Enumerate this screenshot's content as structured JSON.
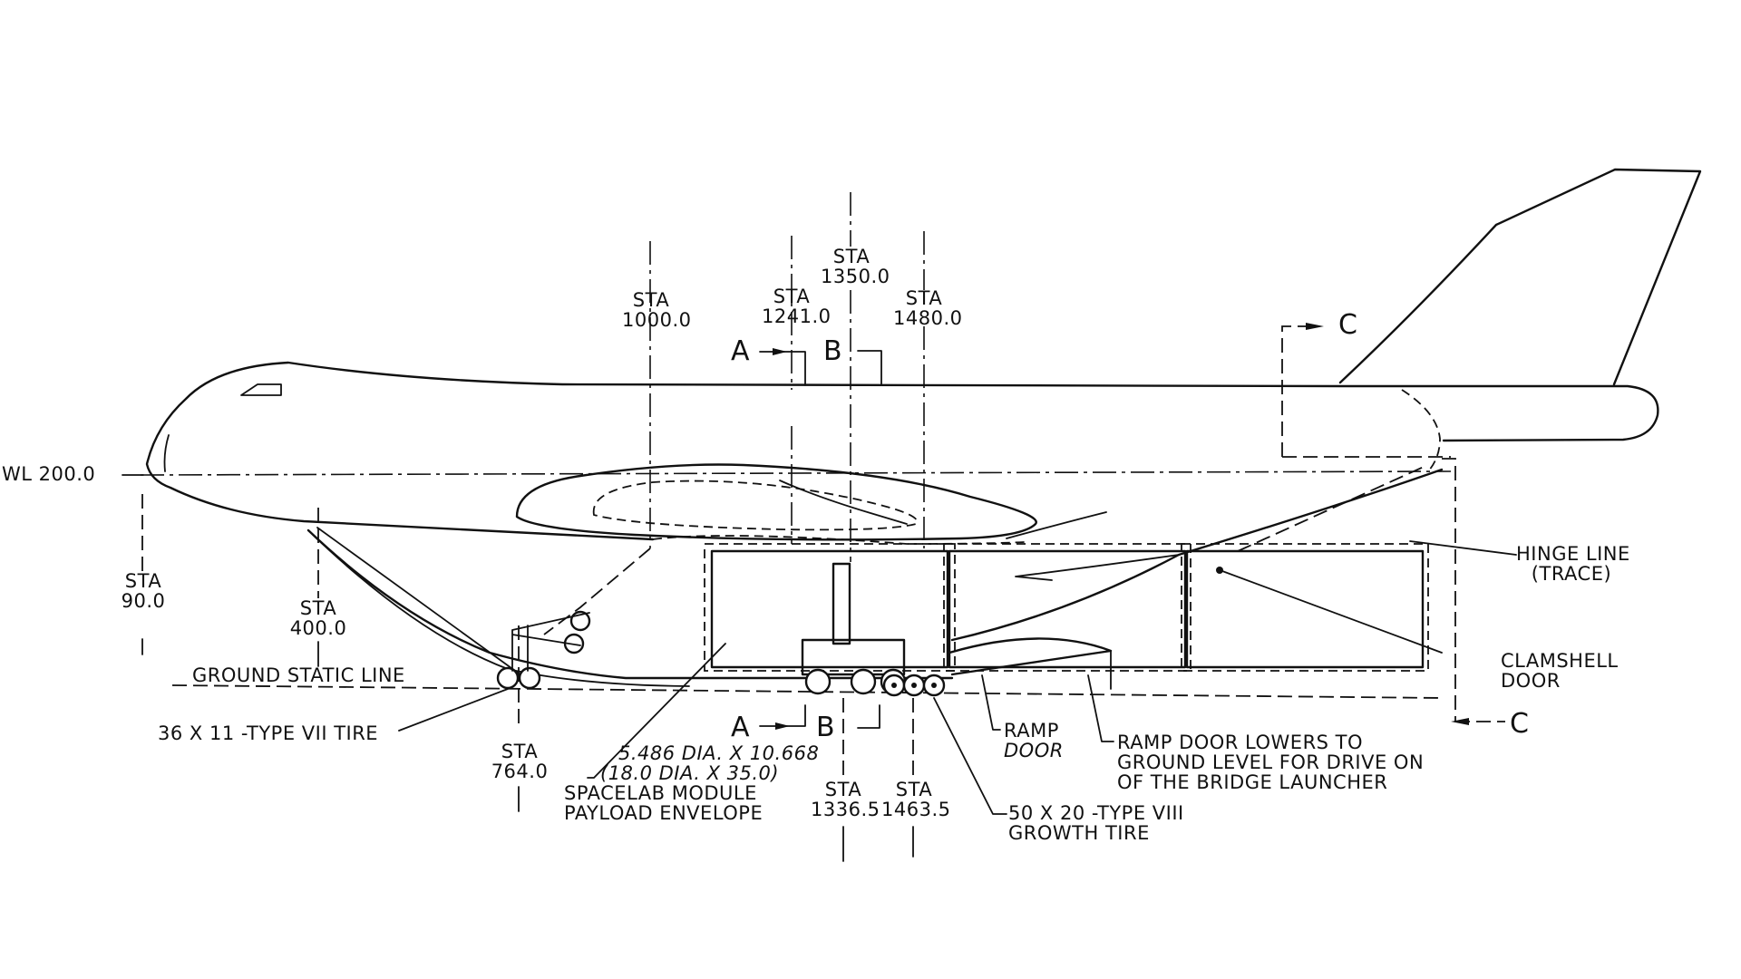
{
  "diagram": {
    "stations": {
      "sta_1000": [
        "STA",
        "1000.0"
      ],
      "sta_1241": [
        "STA",
        "1241.0"
      ],
      "sta_1350": [
        "STA",
        "1350.0"
      ],
      "sta_1480": [
        "STA",
        "1480.0"
      ],
      "sta_90": [
        "STA",
        "90.0"
      ],
      "sta_400": [
        "STA",
        "400.0"
      ],
      "sta_764": [
        "STA",
        "764.0"
      ],
      "sta_1336": [
        "STA",
        "1336.5"
      ],
      "sta_1463": [
        "STA",
        "1463.5"
      ]
    },
    "waterline": "WL 200.0",
    "sections": {
      "a": "A",
      "b": "B",
      "c": "C"
    },
    "labels": {
      "ground_static_line": "GROUND STATIC LINE",
      "tire_small": "36 X 11 -TYPE VII TIRE",
      "hinge_line": [
        "HINGE LINE",
        "(TRACE)"
      ],
      "clamshell_door": [
        "CLAMSHELL",
        "DOOR"
      ],
      "ramp_door": [
        "RAMP",
        "DOOR"
      ],
      "ramp_note": [
        "RAMP DOOR LOWERS TO",
        "GROUND LEVEL FOR DRIVE ON",
        "OF THE BRIDGE LAUNCHER"
      ],
      "envelope": [
        "5.486 DIA. X 10.668",
        "(18.0 DIA. X 35.0)",
        "SPACELAB MODULE",
        "PAYLOAD ENVELOPE"
      ],
      "growth_tire": [
        "50 X 20  -TYPE VIII",
        "GROWTH TIRE"
      ]
    }
  }
}
